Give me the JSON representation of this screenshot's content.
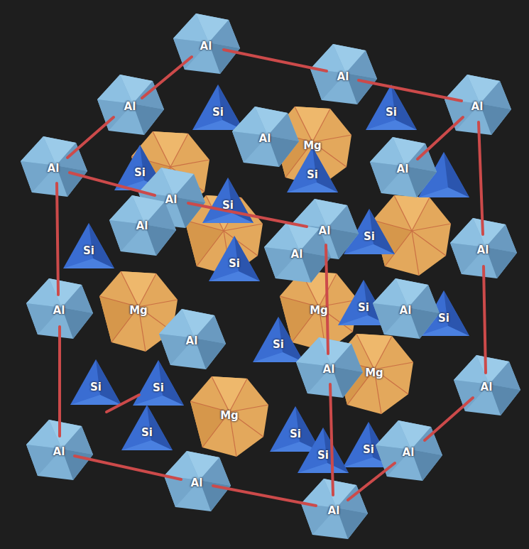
{
  "diagram": {
    "labels": [
      "Al",
      "Al",
      "Al",
      "Al",
      "Al",
      "Al",
      "Al",
      "Al",
      "Al",
      "Al",
      "Al",
      "Al",
      "Al",
      "Al",
      "Al",
      "Al",
      "Al",
      "Al",
      "Al",
      "Al",
      "Al",
      "Si",
      "Si",
      "Si",
      "Si",
      "Si",
      "Si",
      "Si",
      "Si",
      "Si",
      "Si",
      "Si",
      "Si",
      "Si",
      "Si",
      "Si",
      "Si",
      "Si",
      "Mg",
      "Mg",
      "Mg",
      "Mg",
      "Mg"
    ]
  }
}
